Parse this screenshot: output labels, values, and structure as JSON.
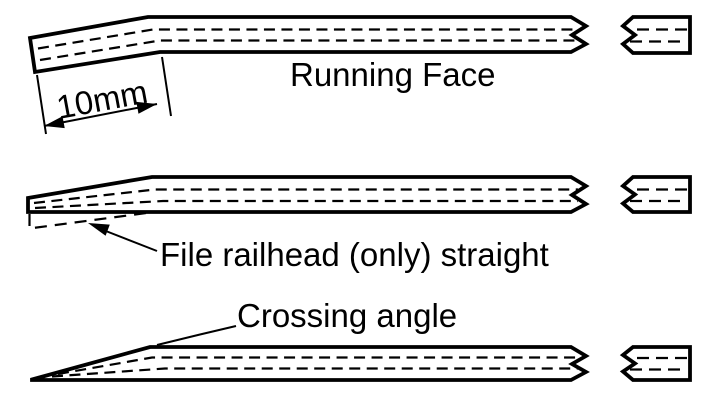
{
  "colors": {
    "ink": "#000000",
    "background": "#ffffff"
  },
  "figures": {
    "running_face": {
      "label": "Running Face",
      "dimension": "10mm"
    },
    "file_railhead": {
      "label": "File railhead (only) straight"
    },
    "crossing_angle": {
      "label": "Crossing angle"
    }
  }
}
